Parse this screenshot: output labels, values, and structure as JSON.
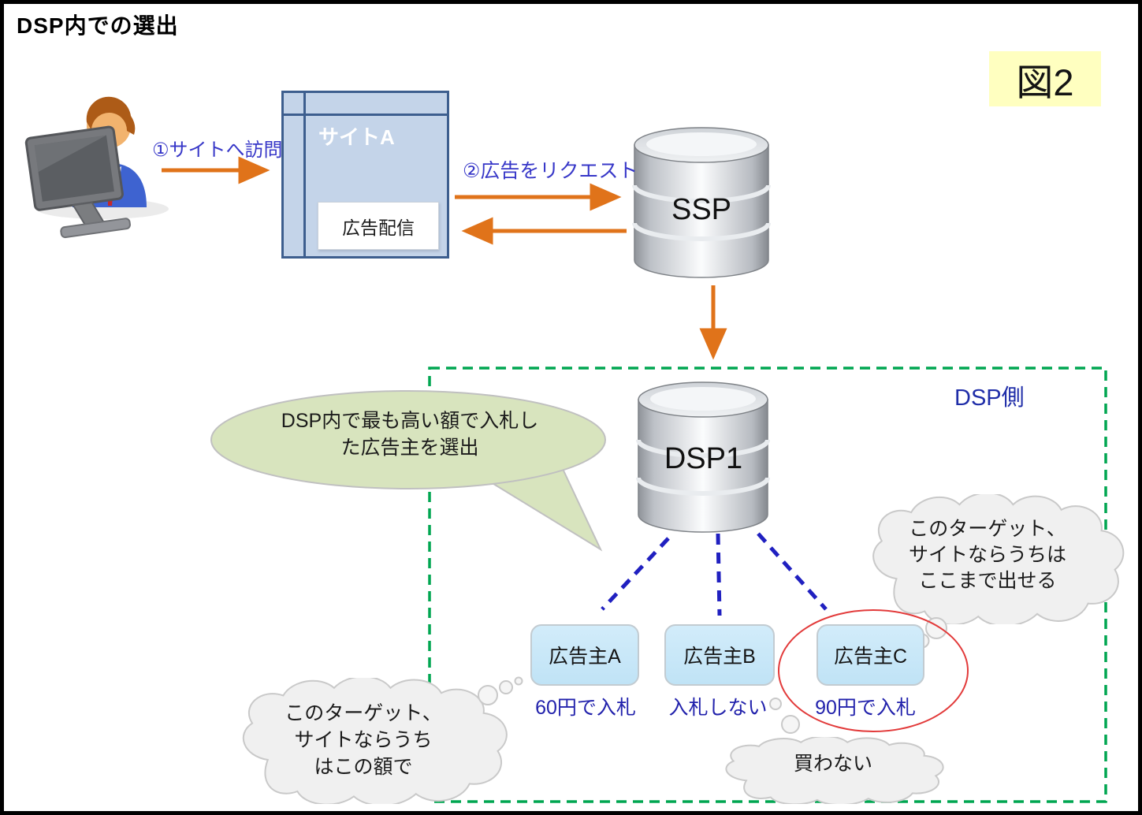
{
  "title": "DSP内での選出",
  "figure_label": "図2",
  "steps": {
    "step1": "①サイトへ訪問",
    "step2": "②広告をリクエスト"
  },
  "site": {
    "title": "サイトA",
    "ad_slot": "広告配信"
  },
  "ssp": {
    "label": "SSP"
  },
  "dsp": {
    "label": "DSP1",
    "zone_label": "DSP側"
  },
  "selection_bubble": {
    "line1": "DSP内で最も高い額で入札し",
    "line2": "た広告主を選出"
  },
  "advertisers": [
    {
      "label": "広告主A",
      "bid": "60円で入札"
    },
    {
      "label": "広告主B",
      "bid": "入札しない"
    },
    {
      "label": "広告主C",
      "bid": "90円で入札"
    }
  ],
  "thoughts": {
    "left": {
      "line1": "このターゲット、",
      "line2": "サイトならうち",
      "line3": "はこの額で"
    },
    "right": {
      "line1": "このターゲット、",
      "line2": "サイトならうちは",
      "line3": "ここまで出せる"
    },
    "bottom": {
      "line1": "買わない"
    }
  },
  "colors": {
    "arrow_orange": "#E0731A",
    "step_label_blue": "#3737C8",
    "bid_text_blue": "#2222AC",
    "dsp_zone_green": "#00A651",
    "connector_navy": "#2020C0",
    "highlight_red": "#E23A3A",
    "site_fill": "#C4D4E9",
    "site_border": "#3D5E8E",
    "advertiser_fill": "#C9E8F8",
    "figure_bg": "#FFFFC0",
    "bubble_fill": "#D8E4BE",
    "cloud_fill": "#F0F0F0"
  }
}
